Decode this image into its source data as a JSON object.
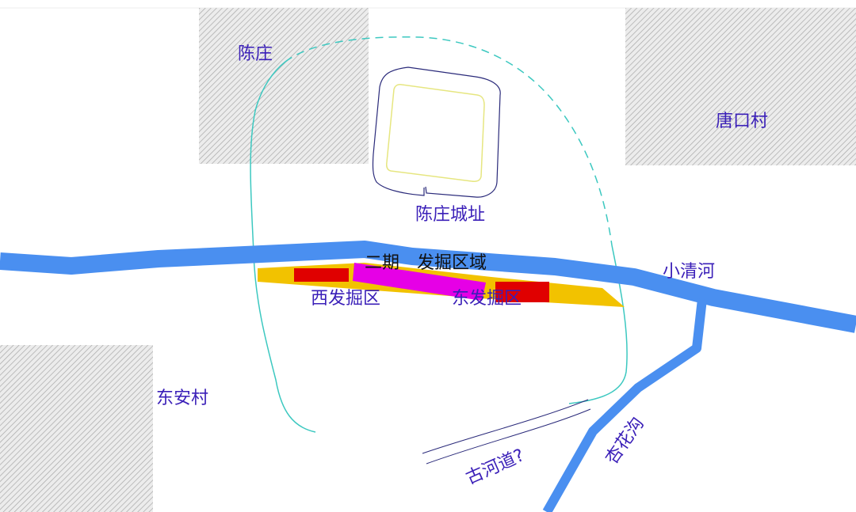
{
  "colors": {
    "river": "#4a8ff0",
    "hatch": "#bdbdbd",
    "yellow": "#f2c200",
    "red": "#e00000",
    "magenta": "#e600e6",
    "cyan": "#3cc8c0",
    "label": "#3a1fb8",
    "wall": "#2a2a7a",
    "inner": "#e6e680"
  },
  "labels": {
    "chenzhuang": "陈庄",
    "tangkou": "唐口村",
    "dongan": "东安村",
    "site": "陈庄城址",
    "river": "小清河",
    "phase2": "二期　发掘区域",
    "west": "西发掘区",
    "east": "东发掘区",
    "oldchannel": "古河道?",
    "xinghua": "杏花沟"
  }
}
